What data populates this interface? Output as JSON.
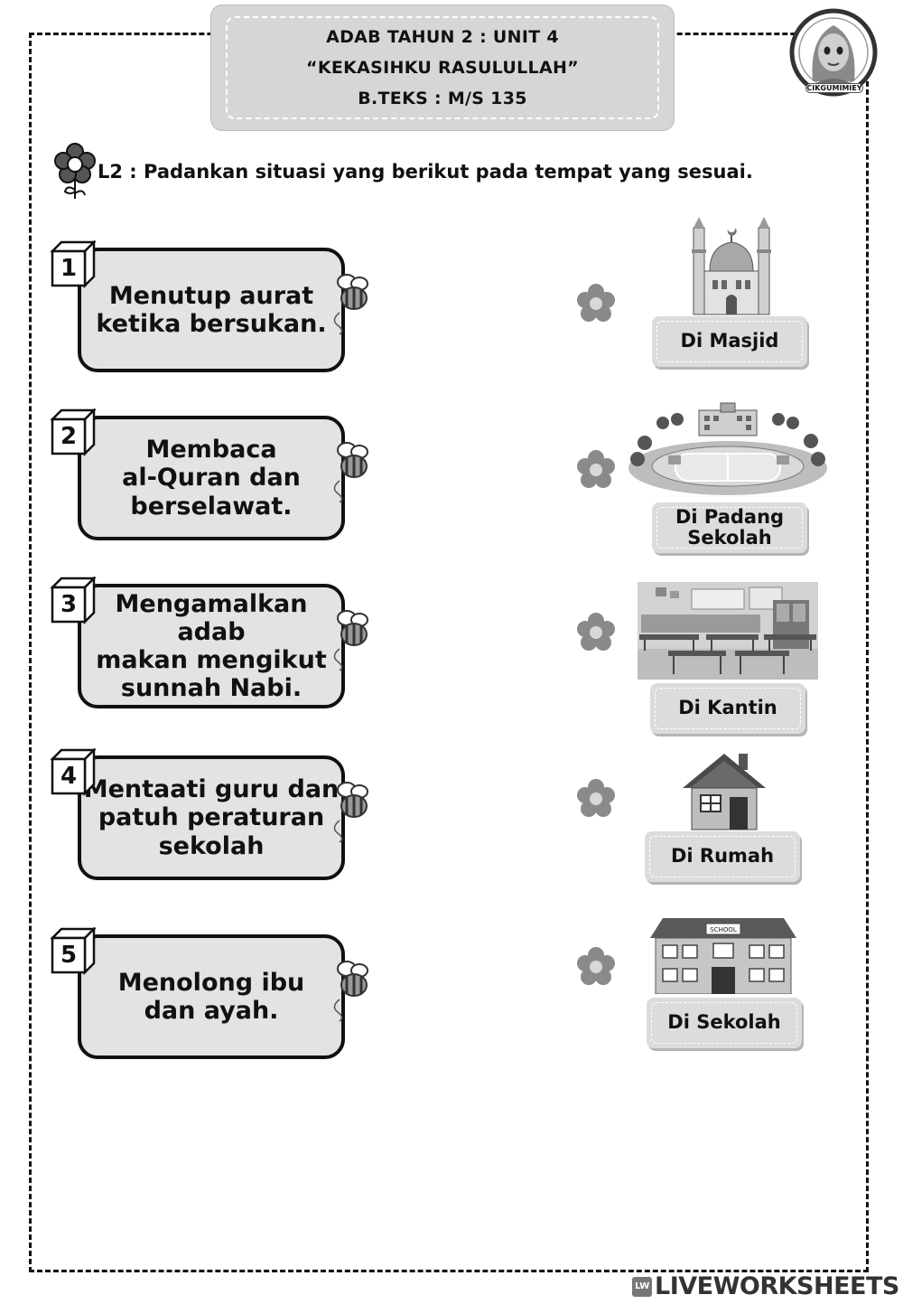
{
  "header": {
    "line1": "ADAB TAHUN 2 : UNIT 4",
    "line2": "“KEKASIHKU RASULULLAH”",
    "line3": "B.TEKS : M/S 135"
  },
  "avatar": {
    "caption": "CIKGUMIMIEY"
  },
  "instruction": "L2 : Padankan situasi yang berikut pada tempat yang sesuai.",
  "situations": [
    {
      "number": "1",
      "text": "Menutup aurat\nketika bersukan."
    },
    {
      "number": "2",
      "text": "Membaca\nal-Quran dan\nberselawat."
    },
    {
      "number": "3",
      "text": "Mengamalkan adab\nmakan mengikut\nsunnah Nabi."
    },
    {
      "number": "4",
      "text": "Mentaati guru dan\npatuh peraturan\nsekolah"
    },
    {
      "number": "5",
      "text": "Menolong ibu\ndan ayah."
    }
  ],
  "places": [
    {
      "label": "Di Masjid",
      "icon": "mosque-icon"
    },
    {
      "label": "Di Padang\nSekolah",
      "icon": "school-field-icon"
    },
    {
      "label": "Di Kantin",
      "icon": "canteen-icon"
    },
    {
      "label": "Di Rumah",
      "icon": "house-icon"
    },
    {
      "label": "Di Sekolah",
      "icon": "school-building-icon",
      "sign": "SCHOOL"
    }
  ],
  "brand": {
    "name": "LIVEWORKSHEETS",
    "badge": "LW"
  }
}
